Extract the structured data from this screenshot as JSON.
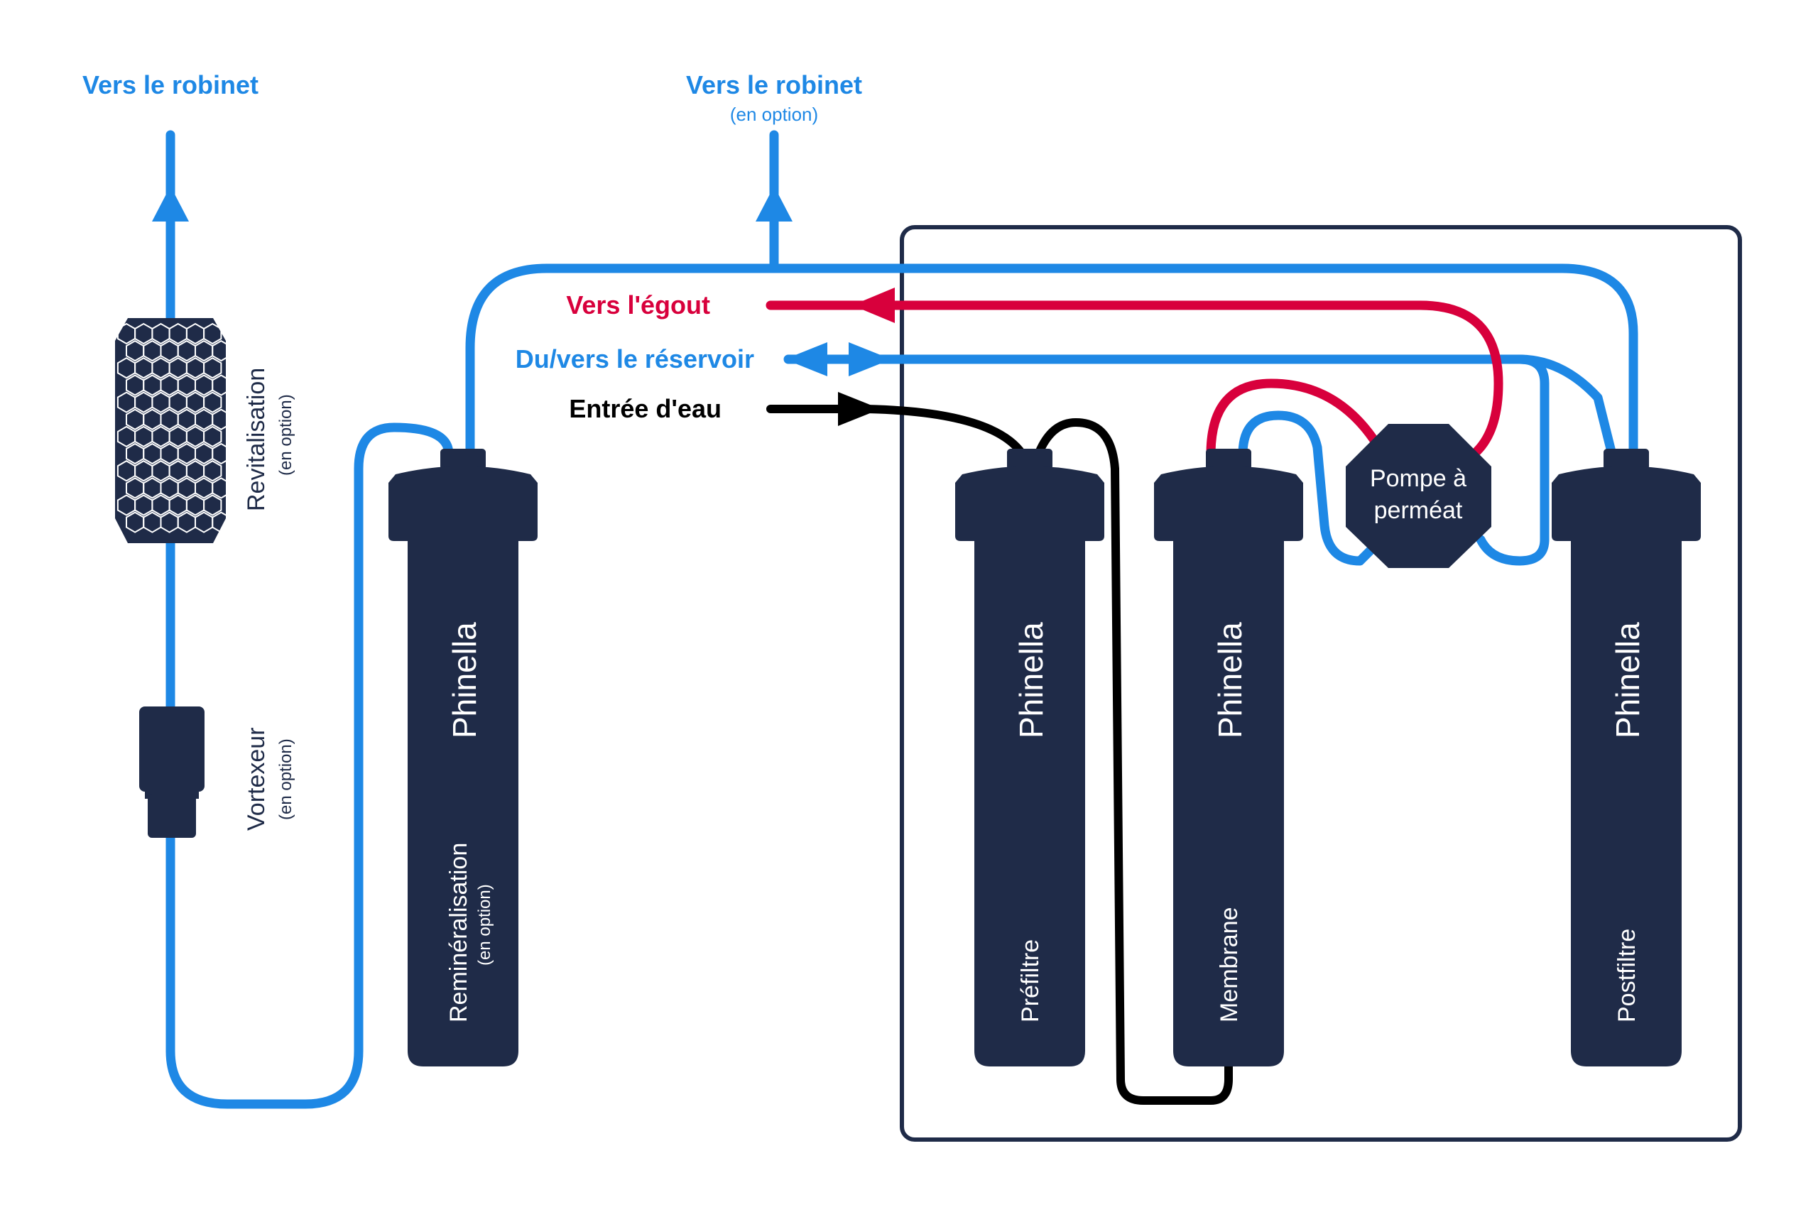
{
  "outlets": {
    "left": {
      "title": "Vers le robinet"
    },
    "middle": {
      "title": "Vers le robinet",
      "subtitle": "(en option)"
    }
  },
  "connections": {
    "drain": "Vers l'égout",
    "tank": "Du/vers le réservoir",
    "inlet": "Entrée d'eau"
  },
  "components": {
    "revitalisation": {
      "label": "Revitalisation",
      "note": "(en option)"
    },
    "vortexeur": {
      "label": "Vortexeur",
      "note": "(en option)"
    },
    "pump": {
      "line1": "Pompe à",
      "line2": "perméat"
    }
  },
  "cartridges": [
    {
      "brand": "Phinella",
      "label": "Reminéralisation",
      "note": "(en option)"
    },
    {
      "brand": "Phinella",
      "label": "Préfiltre",
      "note": ""
    },
    {
      "brand": "Phinella",
      "label": "Membrane",
      "note": ""
    },
    {
      "brand": "Phinella",
      "label": "Postfiltre",
      "note": ""
    }
  ],
  "colors": {
    "clean_water": "#1e88e5",
    "drain": "#d8003c",
    "inlet": "#000000",
    "cartridge": "#1f2b48",
    "frame": "#1f2b48"
  }
}
